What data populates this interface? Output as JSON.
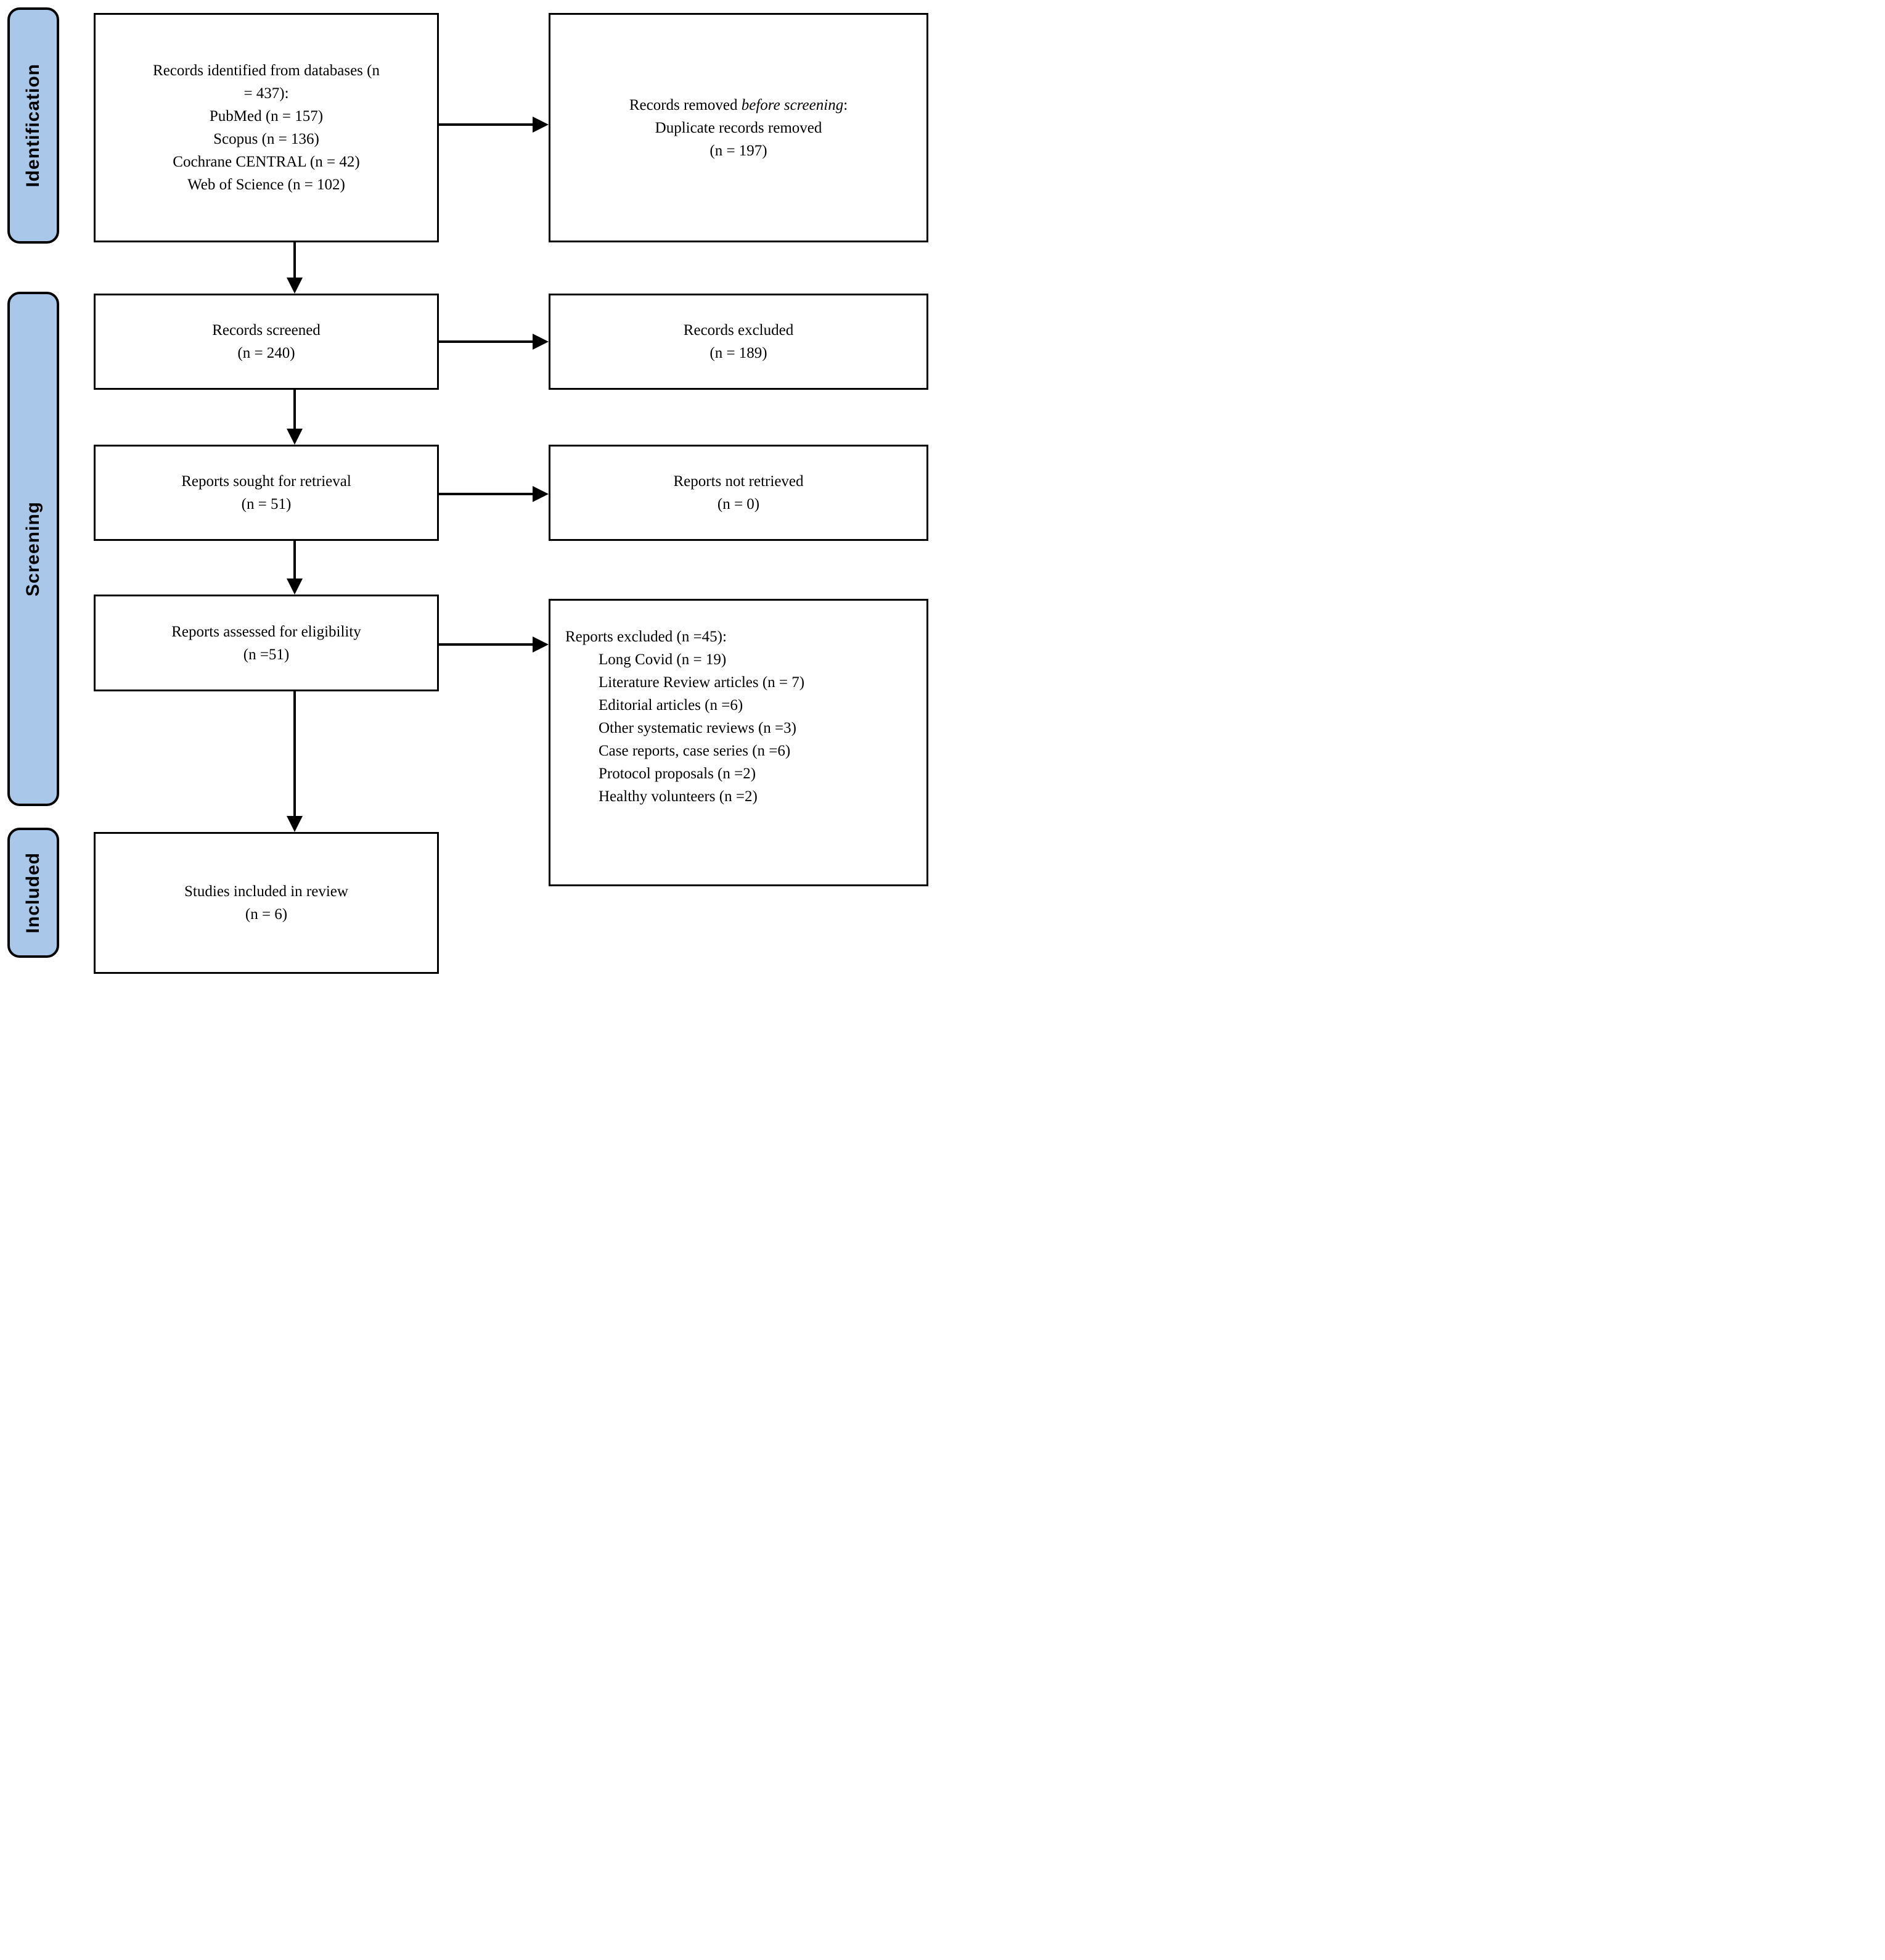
{
  "figure": {
    "kind": "prisma-flow-diagram",
    "colors": {
      "stage_fill": "#A8C7E9",
      "border": "#000000",
      "background": "#FFFFFF",
      "text": "#000000"
    },
    "stages": {
      "identification": "Identification",
      "screening": "Screening",
      "included": "Included"
    },
    "boxes": {
      "identified": {
        "lines": [
          "Records identified from databases (n",
          "= 437):",
          "PubMed (n = 157)",
          "Scopus (n = 136)",
          "Cochrane CENTRAL (n = 42)",
          "Web of Science (n = 102)"
        ]
      },
      "removed": {
        "prefix": "Records removed ",
        "emphasis": "before screening",
        "suffix": ":",
        "lines": [
          "Duplicate records removed",
          "(n = 197)"
        ]
      },
      "screened": {
        "lines": [
          "Records screened",
          "(n = 240)"
        ]
      },
      "records_excluded": {
        "lines": [
          "Records excluded",
          "(n = 189)"
        ]
      },
      "sought": {
        "lines": [
          "Reports sought for retrieval",
          "(n = 51)"
        ]
      },
      "not_retrieved": {
        "lines": [
          "Reports not retrieved",
          "(n = 0)"
        ]
      },
      "assessed": {
        "lines": [
          "Reports assessed for eligibility",
          "(n =51)"
        ]
      },
      "reports_excluded": {
        "title": "Reports excluded (n =45):",
        "items": [
          "Long Covid (n = 19)",
          "Literature Review articles (n = 7)",
          "Editorial articles (n =6)",
          "Other systematic reviews (n =3)",
          "Case reports, case series (n =6)",
          "Protocol proposals (n =2)",
          "Healthy volunteers (n =2)"
        ]
      },
      "included": {
        "lines": [
          "Studies included in review",
          "(n = 6)"
        ]
      }
    }
  }
}
